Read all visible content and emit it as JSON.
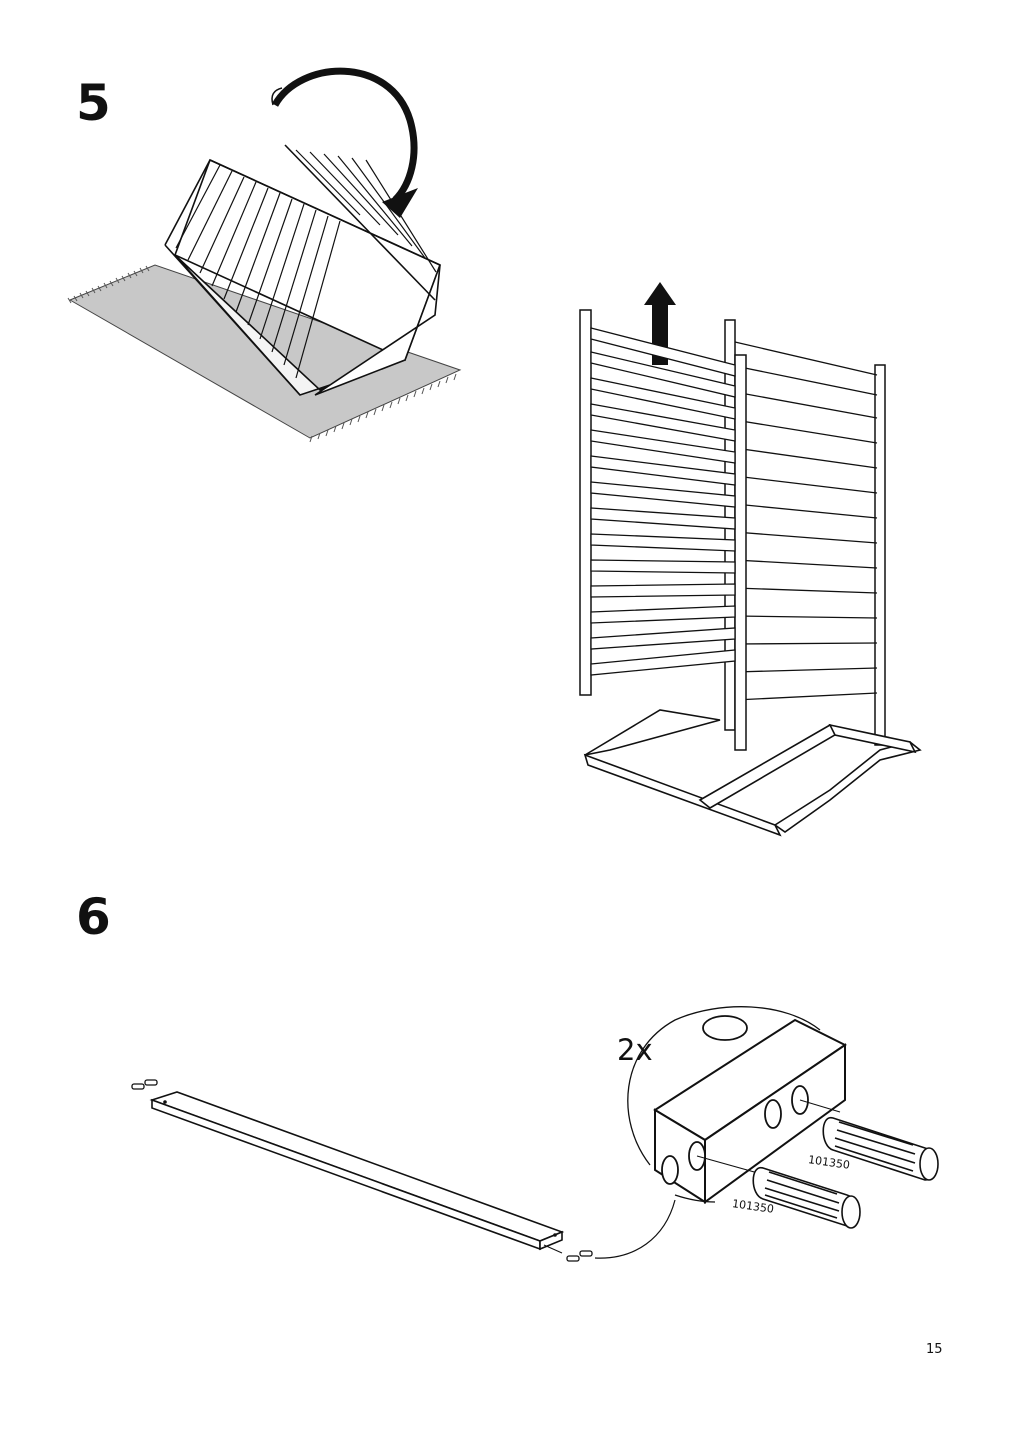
{
  "steps": [
    {
      "number": "5"
    },
    {
      "number": "6"
    }
  ],
  "callout": {
    "quantity": "2x",
    "part_codes": [
      "101350",
      "101350"
    ]
  },
  "page": {
    "number": "15"
  },
  "icons": [
    "rotate-arrow-icon",
    "lift-up-arrow-icon"
  ]
}
